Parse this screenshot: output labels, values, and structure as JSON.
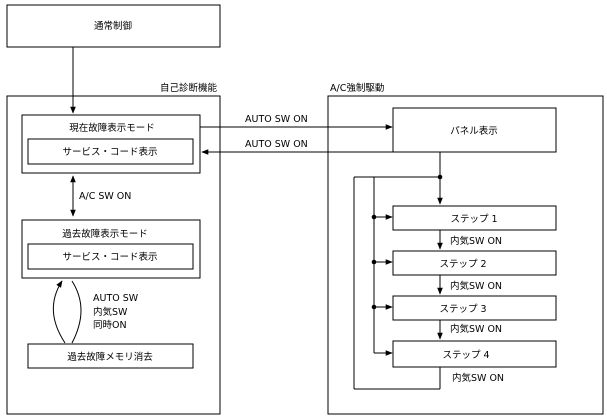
{
  "normal_control": "通常制御",
  "self_diagnosis": {
    "title": "自己診断機能",
    "current_fault_mode": "現在故障表示モード",
    "current_service_code": "サービス・コード表示",
    "past_fault_mode": "過去故障表示モード",
    "past_service_code": "サービス・コード表示",
    "memory_clear": "過去故障メモリ消去",
    "ac_sw_on": "A/C SW ON",
    "clear_condition": [
      "AUTO SW",
      "内気SW",
      "同時ON"
    ]
  },
  "ac_forced_drive": {
    "title": "A/C強制駆動",
    "panel_display": "パネル表示",
    "steps": [
      "ステップ 1",
      "ステップ 2",
      "ステップ 3",
      "ステップ 4"
    ],
    "step_transition_label": "内気SW ON"
  },
  "transitions": {
    "to_forced": "AUTO SW ON",
    "to_diagnosis": "AUTO SW ON"
  }
}
